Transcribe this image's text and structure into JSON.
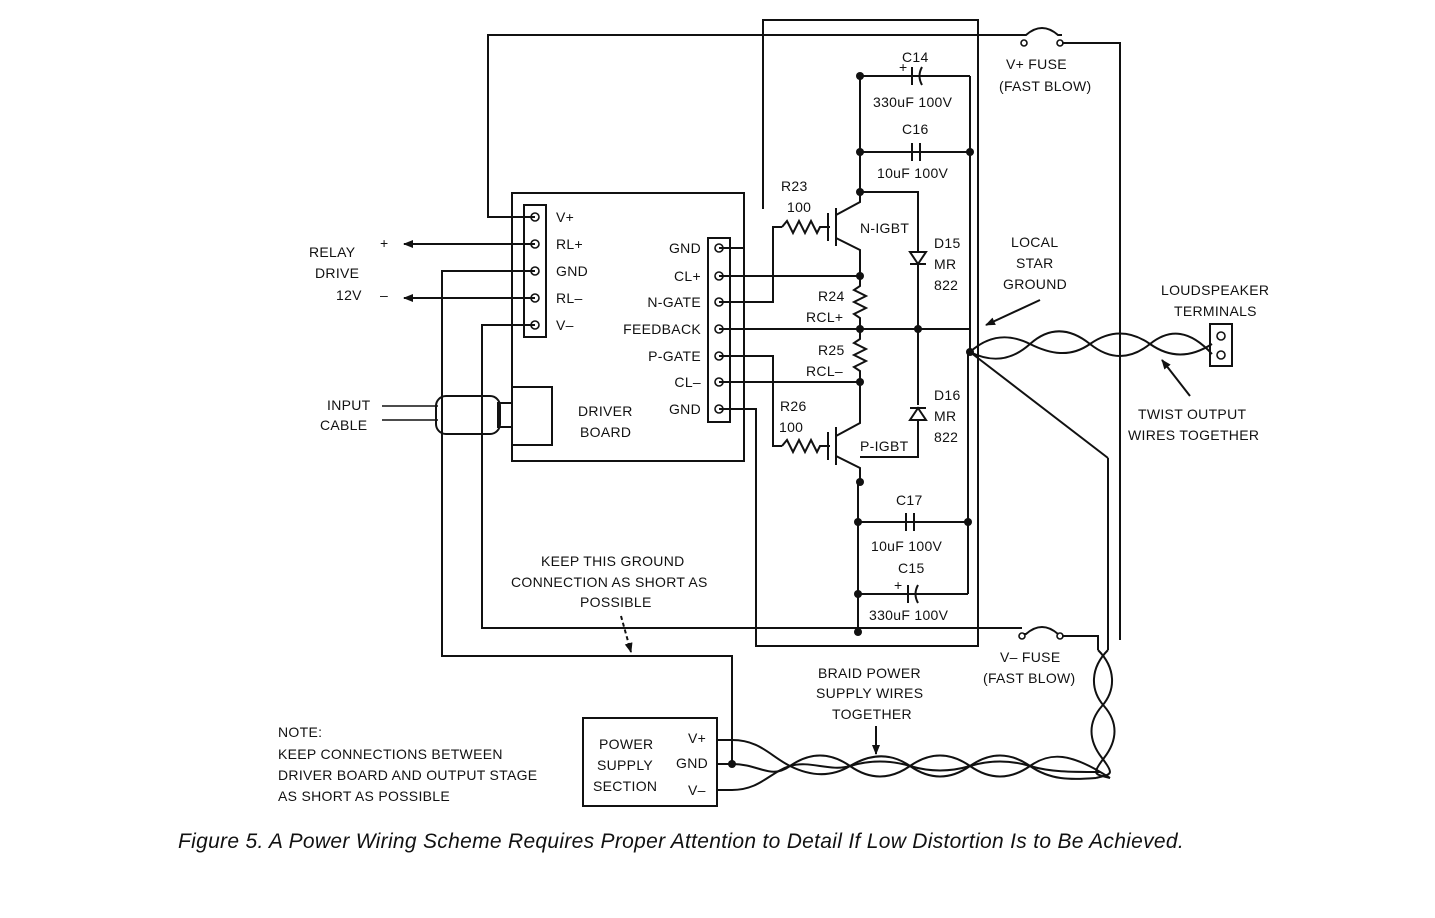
{
  "caption": "Figure 5.  A Power Wiring Scheme Requires Proper Attention to Detail If Low Distortion Is to Be Achieved.",
  "relay": {
    "line1": "RELAY",
    "line2": "DRIVE",
    "line3": "12V",
    "plus": "+",
    "minus": "–"
  },
  "input_cable": {
    "line1": "INPUT",
    "line2": "CABLE"
  },
  "driver_board": {
    "line1": "DRIVER",
    "line2": "BOARD",
    "left_pins": [
      "V+",
      "RL+",
      "GND",
      "RL–",
      "V–"
    ],
    "right_pins": [
      "GND",
      "CL+",
      "N-GATE",
      "FEEDBACK",
      "P-GATE",
      "CL–",
      "GND"
    ]
  },
  "components": {
    "c14": {
      "name": "C14",
      "value": "330uF 100V"
    },
    "c16": {
      "name": "C16",
      "value": "10uF 100V"
    },
    "c17": {
      "name": "C17",
      "value": "10uF 100V"
    },
    "c15": {
      "name": "C15",
      "value": "330uF 100V"
    },
    "r23": {
      "name": "R23",
      "value": "100"
    },
    "r26": {
      "name": "R26",
      "value": "100"
    },
    "r24": {
      "name": "R24",
      "value": "RCL+"
    },
    "r25": {
      "name": "R25",
      "value": "RCL–"
    },
    "d15": {
      "name": "D15",
      "l2": "MR",
      "l3": "822"
    },
    "d16": {
      "name": "D16",
      "l2": "MR",
      "l3": "822"
    },
    "n_igbt": "N-IGBT",
    "p_igbt": "P-IGBT"
  },
  "fuses": {
    "vplus": {
      "line1": "V+ FUSE",
      "line2": "(FAST BLOW)"
    },
    "vminus": {
      "line1": "V– FUSE",
      "line2": "(FAST BLOW)"
    }
  },
  "star_ground": {
    "line1": "LOCAL",
    "line2": "STAR",
    "line3": "GROUND"
  },
  "loudspeaker": {
    "line1": "LOUDSPEAKER",
    "line2": "TERMINALS"
  },
  "twist_note": {
    "line1": "TWIST OUTPUT",
    "line2": "WIRES TOGETHER"
  },
  "ground_note": {
    "line1": "KEEP THIS GROUND",
    "line2": "CONNECTION AS SHORT AS",
    "line3": "POSSIBLE"
  },
  "braid_note": {
    "line1": "BRAID POWER",
    "line2": "SUPPLY WIRES",
    "line3": "TOGETHER"
  },
  "power_supply": {
    "line1": "POWER",
    "line2": "SUPPLY",
    "line3": "SECTION",
    "pins": [
      "V+",
      "GND",
      "V–"
    ]
  },
  "note": {
    "line1": "NOTE:",
    "line2": "KEEP CONNECTIONS BETWEEN",
    "line3": "DRIVER BOARD AND OUTPUT STAGE",
    "line4": "AS SHORT AS POSSIBLE"
  }
}
